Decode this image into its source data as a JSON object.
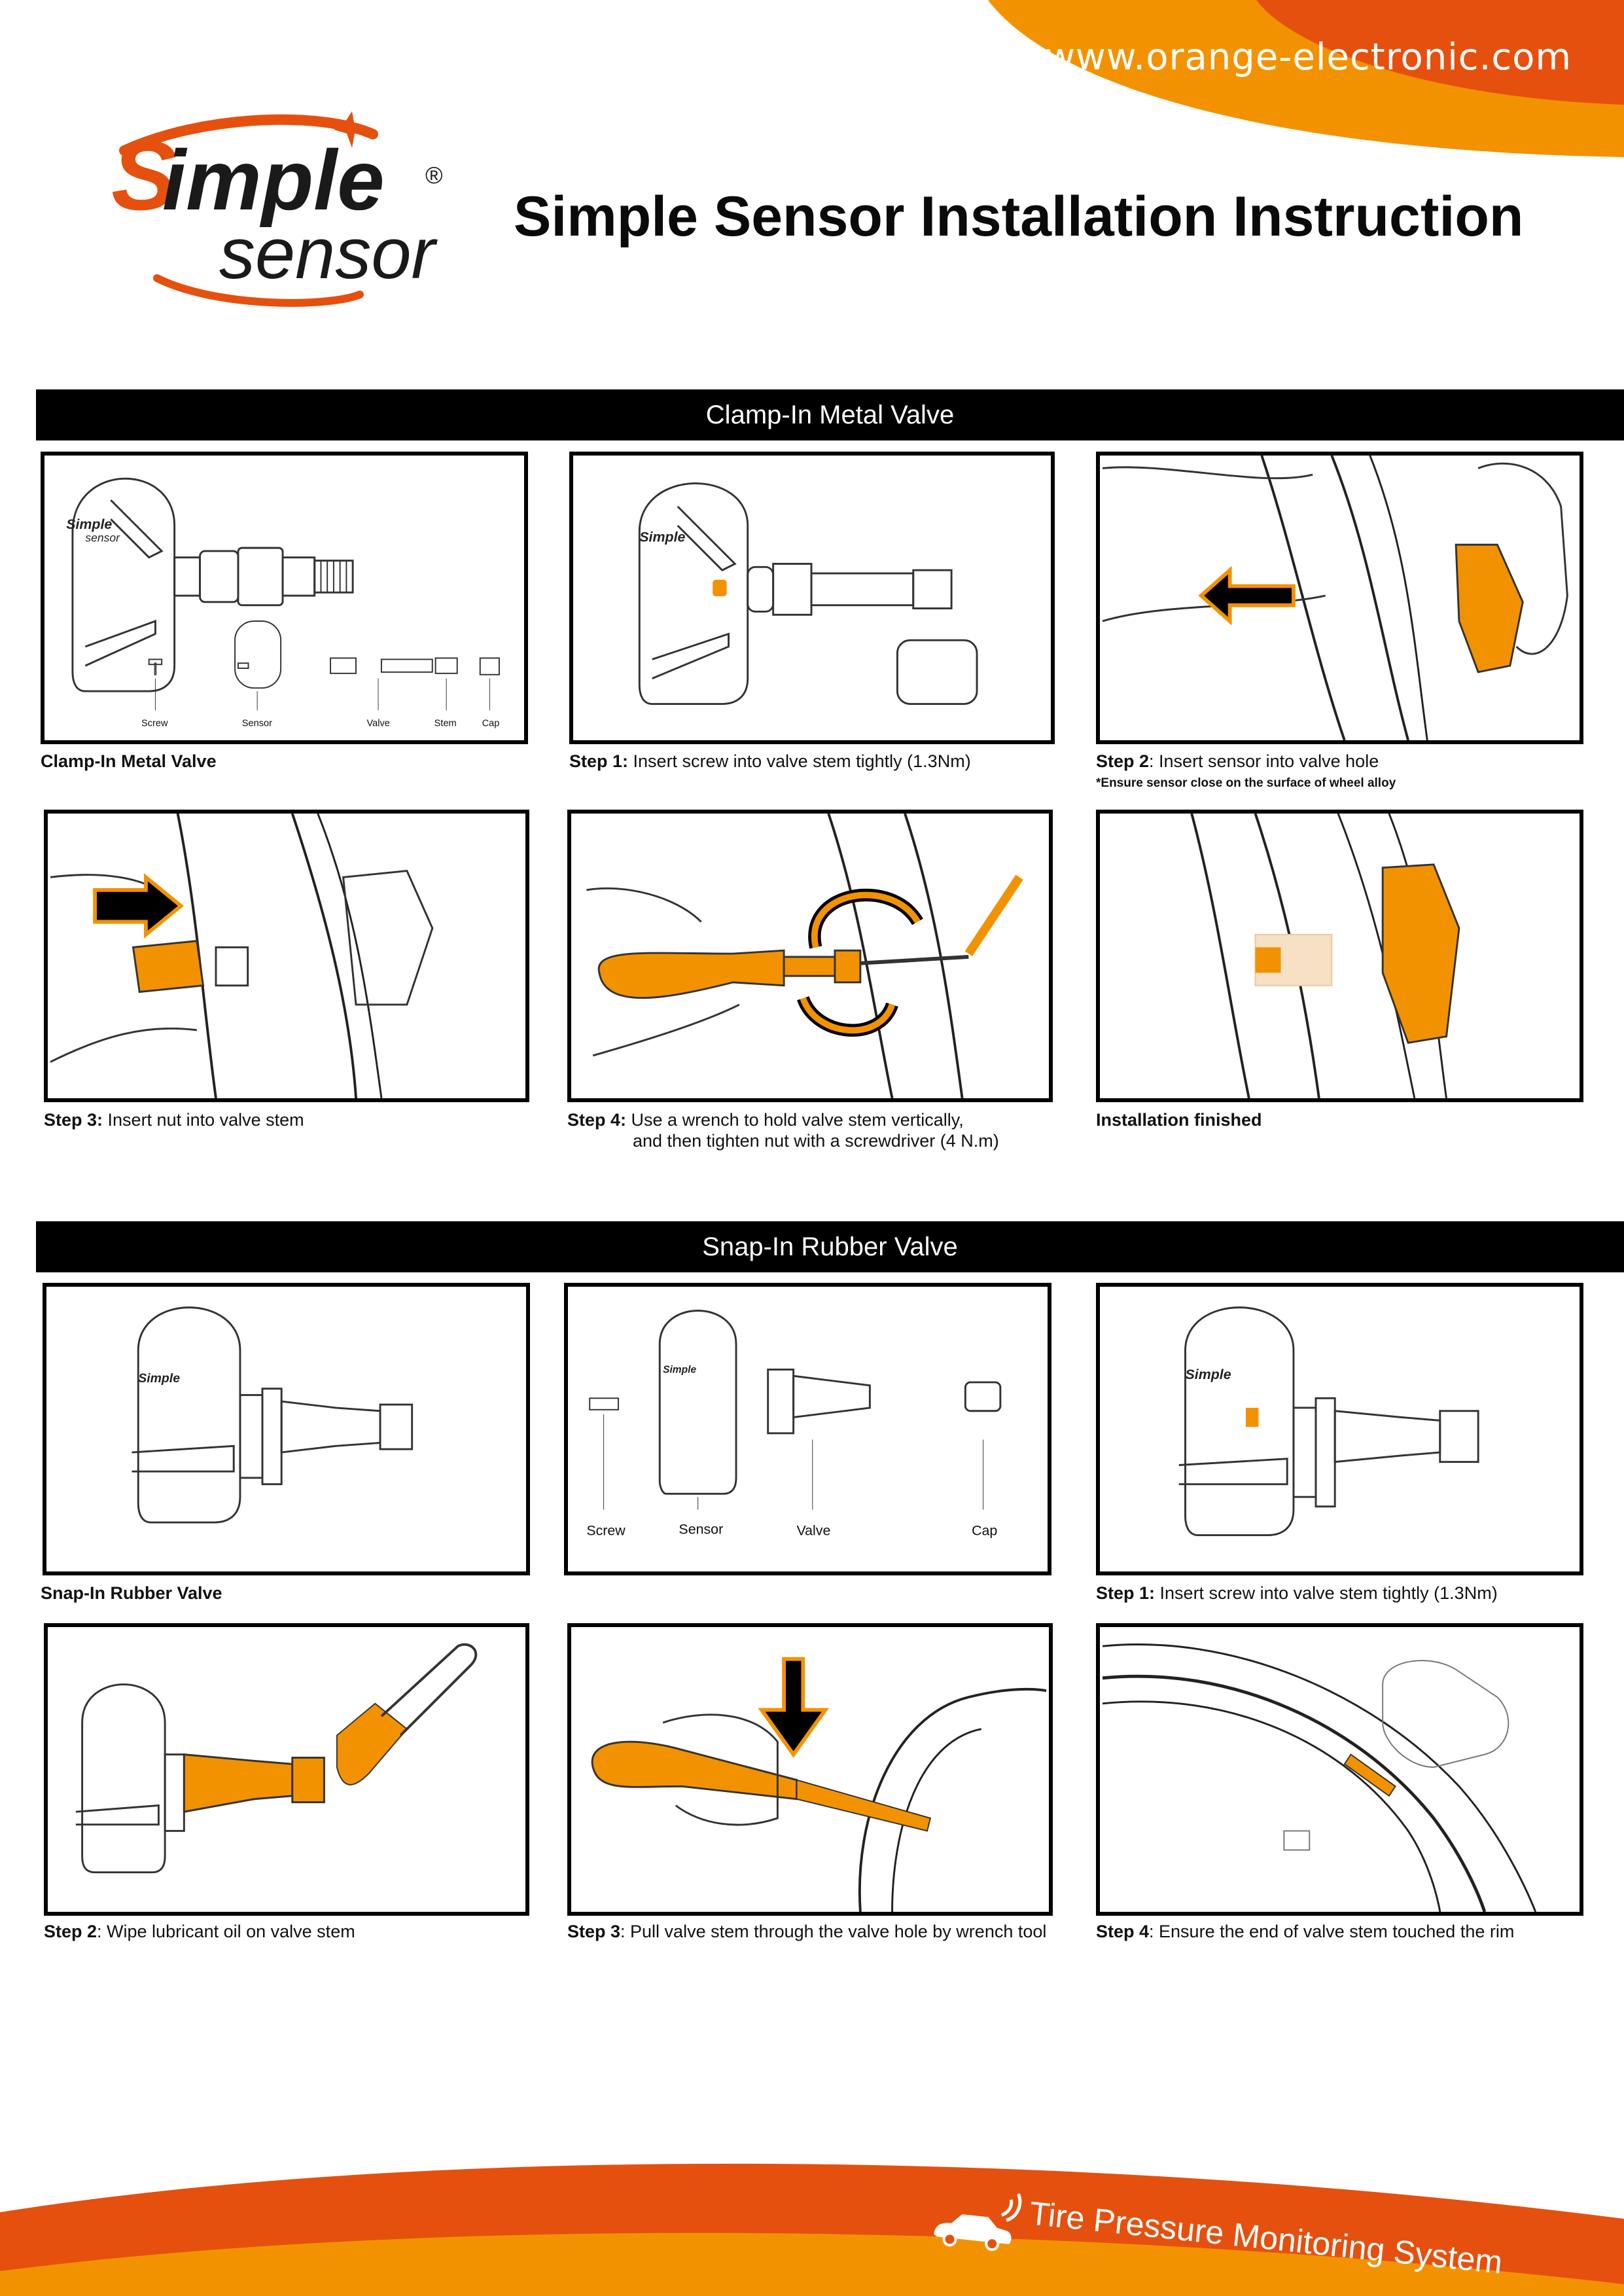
{
  "header": {
    "url": "www.orange-electronic.com",
    "title": "Simple Sensor Installation Instruction",
    "logo_word1": "Simple",
    "logo_word2": "sensor",
    "logo_mark": "®"
  },
  "sections": [
    {
      "title": "Clamp-In Metal Valve",
      "panels": [
        {
          "label_bold": "Clamp-In Metal Valve",
          "label_text": "",
          "parts": [
            "Screw",
            "Sensor",
            "Valve",
            "Stem",
            "Cap"
          ]
        },
        {
          "label_bold": "Step 1:",
          "label_text": " Insert screw into valve stem tightly (1.3Nm)"
        },
        {
          "label_bold": "Step 2",
          "label_text": ": Insert sensor into valve hole",
          "note": "*Ensure sensor close on the surface of wheel alloy"
        },
        {
          "label_bold": "Step 3:",
          "label_text": " Insert nut into valve stem"
        },
        {
          "label_bold": "Step 4:",
          "label_text": " Use a wrench to hold valve stem vertically,",
          "label_text2": "and then tighten nut with a screwdriver (4 N.m)"
        },
        {
          "label_bold": "Installation finished",
          "label_text": ""
        }
      ]
    },
    {
      "title": "Snap-In Rubber Valve",
      "panels": [
        {
          "label_bold": "Snap-In Rubber Valve",
          "label_text": ""
        },
        {
          "label_bold": "",
          "label_text": "",
          "parts": [
            "Screw",
            "Sensor",
            "Valve",
            "Cap"
          ]
        },
        {
          "label_bold": "Step 1:",
          "label_text": " Insert screw into valve stem tightly (1.3Nm)"
        },
        {
          "label_bold": "Step 2",
          "label_text": ": Wipe lubricant oil on valve stem"
        },
        {
          "label_bold": "Step 3",
          "label_text": ": Pull valve stem through the valve hole by wrench tool"
        },
        {
          "label_bold": "Step 4",
          "label_text": ": Ensure the end of valve stem touched the rim"
        }
      ]
    }
  ],
  "footer": {
    "text": "Tire Pressure Monitoring System"
  },
  "colors": {
    "orange": "#f39200",
    "dark_orange": "#e5500f",
    "black": "#000000"
  },
  "icons": [
    "car-signal-icon",
    "arrow-left-icon",
    "arrow-right-icon",
    "arrow-down-icon",
    "rotate-arrows-icon"
  ]
}
